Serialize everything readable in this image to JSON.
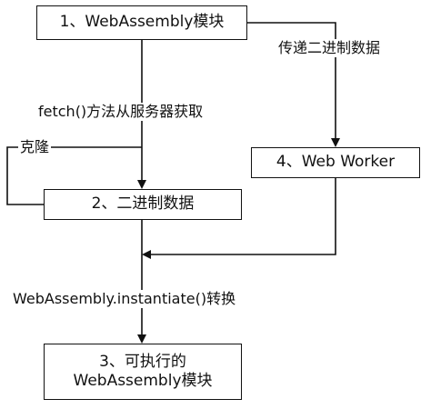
{
  "nodes": {
    "module": "1、WebAssembly模块",
    "binary": "2、二进制数据",
    "executable_line1": "3、可执行的",
    "executable_line2": "WebAssembly模块",
    "worker": "4、Web Worker"
  },
  "edges": {
    "fetch": "fetch()方法从服务器获取",
    "transfer": "传递二进制数据",
    "clone": "克隆",
    "instantiate": "WebAssembly.instantiate()转换"
  }
}
